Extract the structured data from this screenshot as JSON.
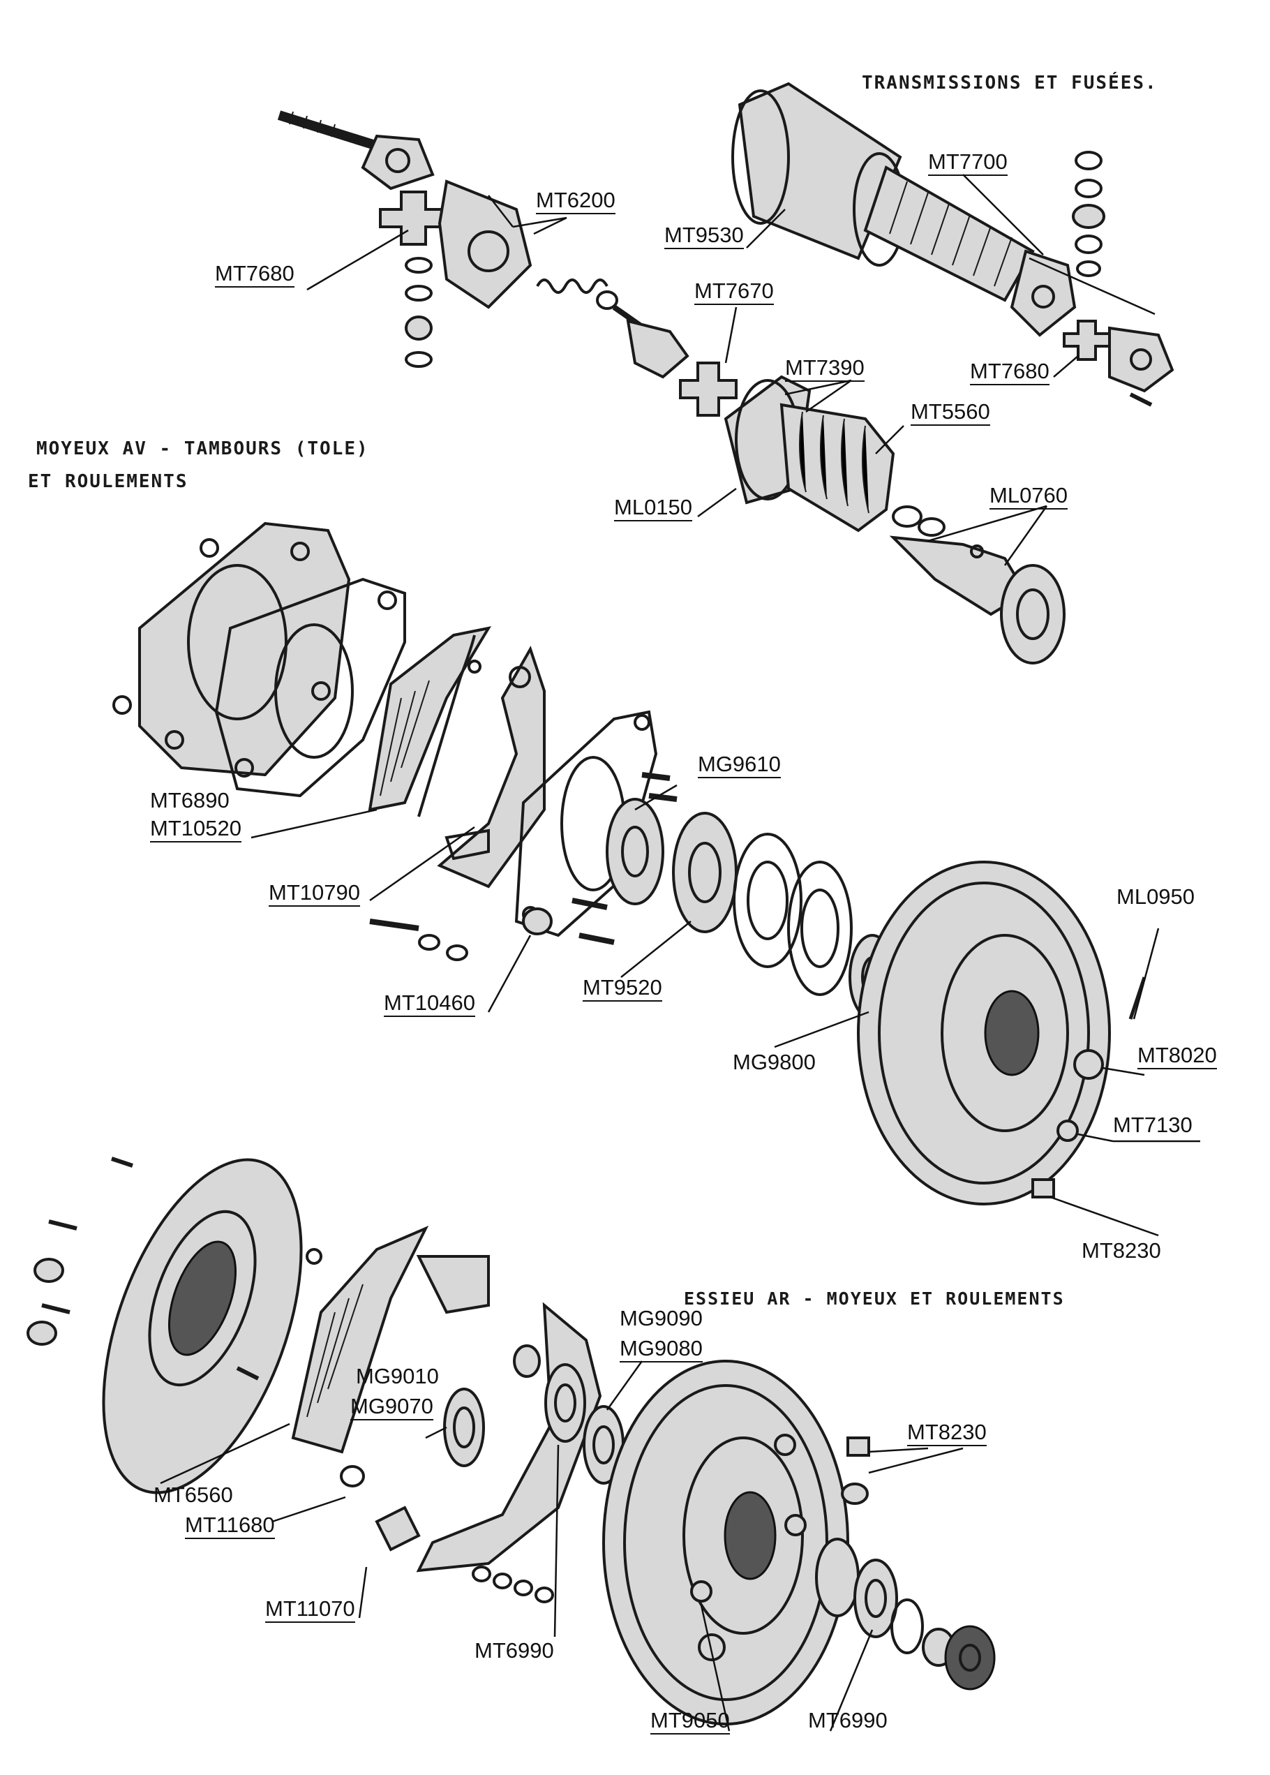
{
  "colors": {
    "ink": "#111111",
    "paper": "#ffffff",
    "shade": "#d8d8d8"
  },
  "sections": {
    "transmissions": "TRANSMISSIONS ET FUSÉES.",
    "front_hubs_line1": "MOYEUX AV - TAMBOURS (TOLE)",
    "front_hubs_line2": "ET ROULEMENTS",
    "rear_axle": "ESSIEU AR - MOYEUX ET ROULEMENTS"
  },
  "callouts": {
    "mt6200": "MT6200",
    "mt7680_a": "MT7680",
    "mt7700": "MT7700",
    "mt9530": "MT9530",
    "mt7670": "MT7670",
    "mt7390": "MT7390",
    "mt5560": "MT5560",
    "mt7680_b": "MT7680",
    "ml0150": "ML0150",
    "ml0760": "ML0760",
    "mt6890": "MT6890",
    "mt10520": "MT10520",
    "mg9610": "MG9610",
    "mt10790": "MT10790",
    "ml0950": "ML0950",
    "mt10460": "MT10460",
    "mt9520": "MT9520",
    "mt8020": "MT8020",
    "mg9800": "MG9800",
    "mt7130": "MT7130",
    "mt8230_a": "MT8230",
    "mg9090": "MG9090",
    "mg9080": "MG9080",
    "mg9010": "MG9010",
    "mg9070": "MG9070",
    "mt8230_b": "MT8230",
    "mt6560": "MT6560",
    "mt11680": "MT11680",
    "mt11070": "MT11070",
    "mt6990_a": "MT6990",
    "mt9050": "MT9050",
    "mt6990_b": "MT6990"
  }
}
